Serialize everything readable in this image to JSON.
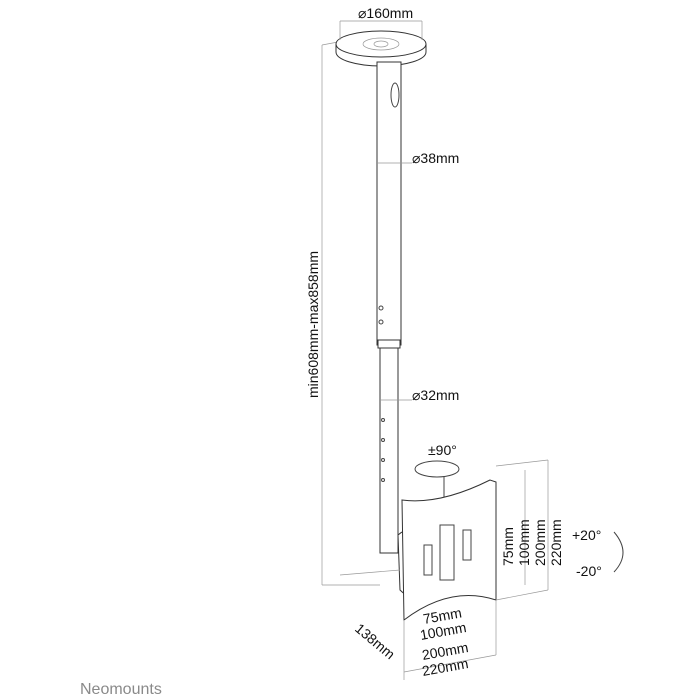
{
  "dimensions": {
    "plate_diameter": "⌀160mm",
    "upper_tube_diameter": "⌀38mm",
    "lower_tube_diameter": "⌀32mm",
    "height_range": "min608mm-max858mm",
    "swivel": "±90°",
    "tilt_up": "+20°",
    "tilt_down": "-20°",
    "depth": "138mm",
    "vesa_vertical": [
      "75mm",
      "100mm",
      "200mm",
      "220mm"
    ],
    "vesa_horizontal": [
      "75mm",
      "100mm",
      "200mm",
      "220mm"
    ]
  },
  "brand": {
    "logo_text": "Neomounts",
    "color": "#8a8a8a"
  }
}
